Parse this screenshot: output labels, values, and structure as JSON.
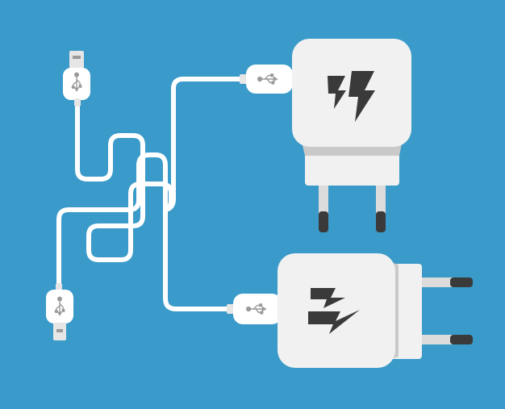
{
  "scene": {
    "background_color": "#3a9ac9",
    "body_color": "#f1f1f1",
    "body_shade_color": "#c9c9c9",
    "cable_color": "#ffffff",
    "prong_color": "#dcdcdc",
    "prong_tip_color": "#3a3a3a",
    "icon_color": "#3a3a3a",
    "usb_symbol_color": "#9a9a9a"
  },
  "chargers": [
    {
      "id": "top",
      "orientation": "vertical",
      "icon": "lightning-bolt-icon"
    },
    {
      "id": "bottom",
      "orientation": "horizontal",
      "icon": "lightning-bolt-icon"
    }
  ],
  "connectors": [
    {
      "id": "micro-usb-top",
      "icon": "usb-icon"
    },
    {
      "id": "micro-usb-bottom",
      "icon": "usb-icon"
    },
    {
      "id": "usb-a-top",
      "icon": "usb-icon"
    },
    {
      "id": "usb-a-bottom",
      "icon": "usb-icon"
    }
  ]
}
